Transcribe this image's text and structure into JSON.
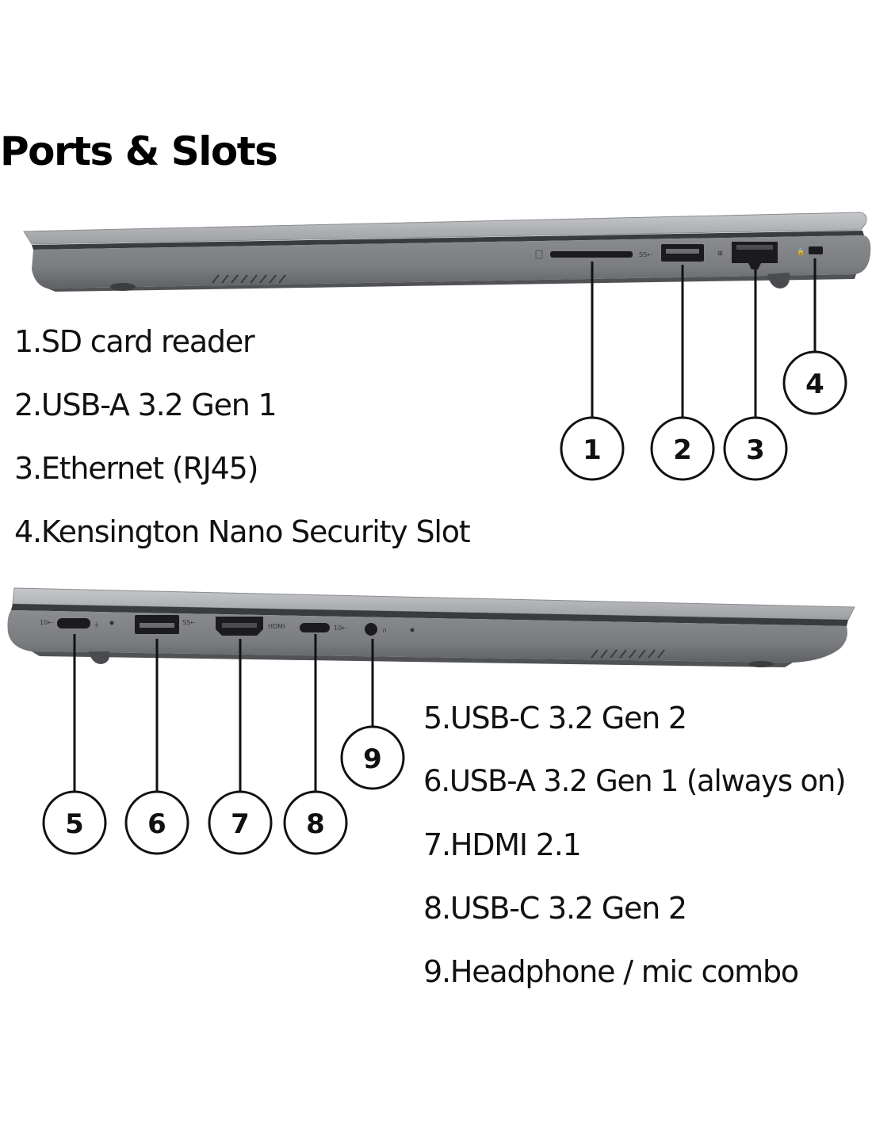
{
  "title": "Ports & Slots",
  "colors": {
    "chassis": "#8e9094",
    "lid": "#a9abaf",
    "text": "#111111",
    "callout": "#111111"
  },
  "left_side": {
    "items": [
      {
        "number": "1",
        "label": "1.SD card reader"
      },
      {
        "number": "2",
        "label": "2.USB-A 3.2 Gen 1"
      },
      {
        "number": "3",
        "label": "3.Ethernet (RJ45)"
      },
      {
        "number": "4",
        "label": "4.Kensington Nano Security Slot"
      }
    ]
  },
  "right_side": {
    "port_marking": "HDMI",
    "items": [
      {
        "number": "5",
        "label": "5.USB-C 3.2 Gen 2"
      },
      {
        "number": "6",
        "label": "6.USB-A 3.2 Gen 1 (always on)"
      },
      {
        "number": "7",
        "label": "7.HDMI 2.1"
      },
      {
        "number": "8",
        "label": "8.USB-C 3.2 Gen 2"
      },
      {
        "number": "9",
        "label": "9.Headphone / mic combo"
      }
    ]
  }
}
